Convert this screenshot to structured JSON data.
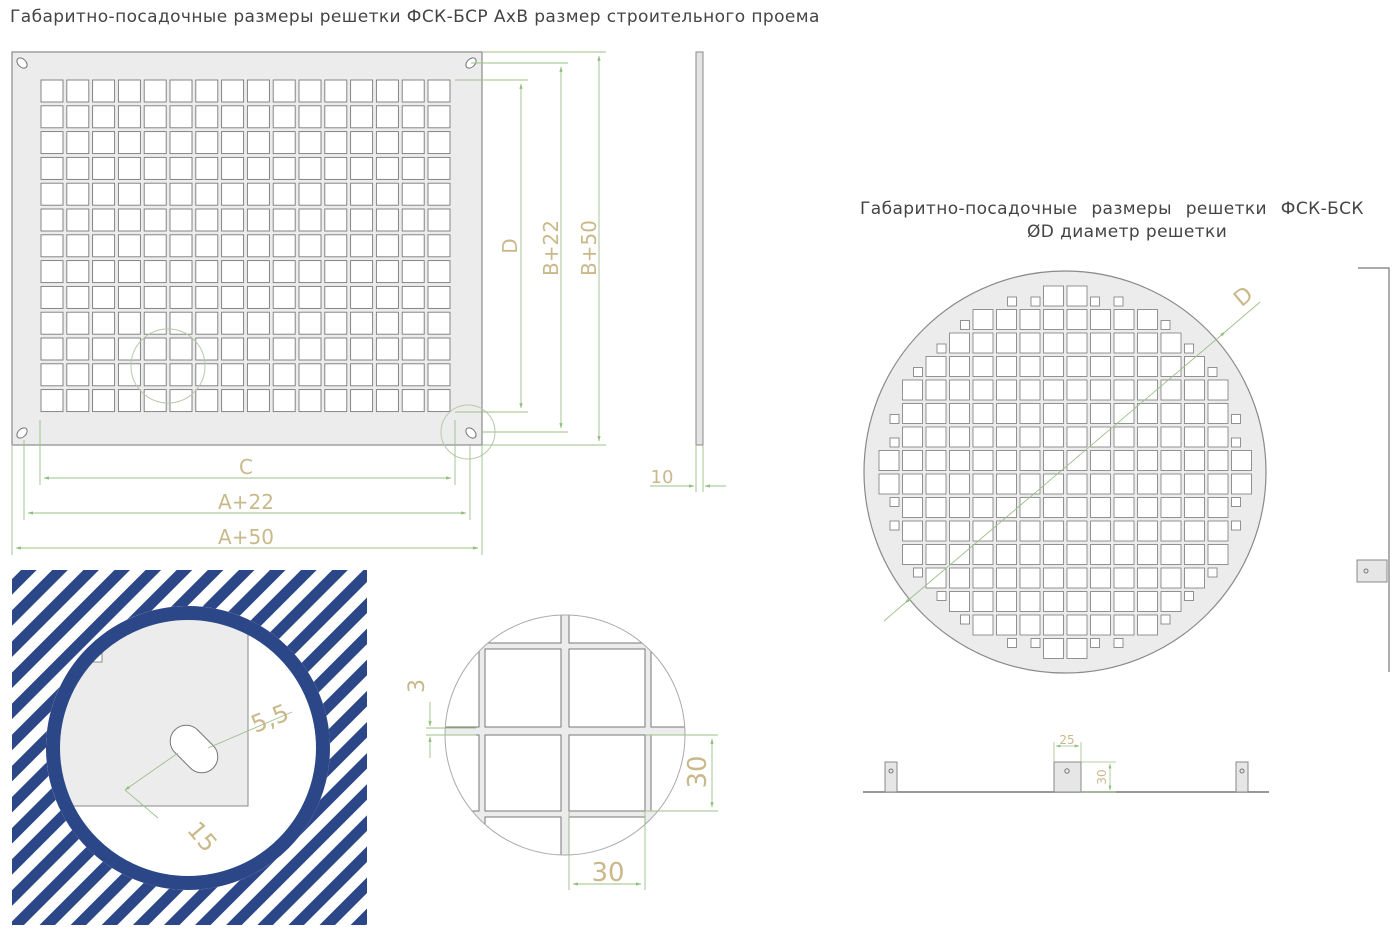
{
  "titles": {
    "left": "Габаритно-посадочные  размеры решетки  ФСК-БСР  AxB размер строительного проема",
    "right_line1": "Габаритно-посадочные размеры решетки ФСК-БСК",
    "right_line2": "ØD диаметр решетки"
  },
  "dims": {
    "c": "C",
    "a22": "A+22",
    "a50": "A+50",
    "d": "D",
    "b22": "B+22",
    "b50": "B+50",
    "thickness": "10",
    "hole_size": "5,5",
    "hole_offset": "15",
    "bar_width": "3",
    "cell_v": "30",
    "cell_h": "30",
    "round_d": "D",
    "tab_w": "25",
    "tab_h": "30"
  },
  "colors": {
    "panel_fill": "#ededed",
    "panel_stroke": "#8a8a8a",
    "dim_line": "#9dc08a",
    "dim_text": "#c9b98a",
    "stripe": "#2c4787"
  }
}
